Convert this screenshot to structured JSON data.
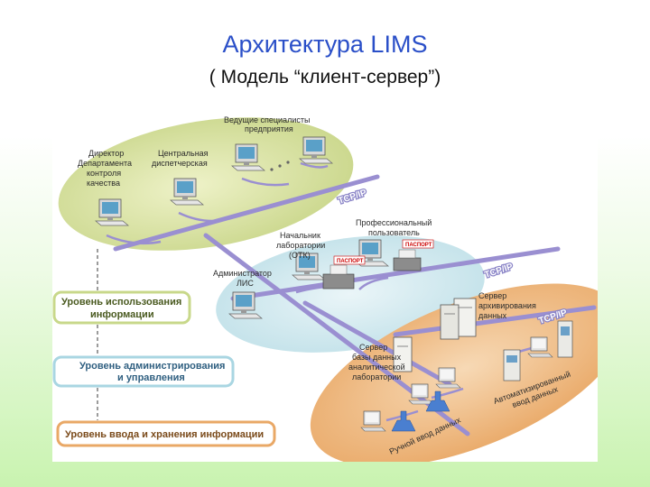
{
  "slide": {
    "title": "Архитектура LIMS",
    "subtitle": "( Модель “клиент-сервер”)"
  },
  "diagram": {
    "labels": {
      "lead_specialists": [
        "Ведущие специалисты",
        "предприятия"
      ],
      "director": [
        "Директор",
        "Департамента",
        "контроля",
        "качества"
      ],
      "central_dispatch": [
        "Центральная",
        "диспетчерская"
      ],
      "professional_user": [
        "Профессиональный",
        "пользователь"
      ],
      "lab_head": [
        "Начальник",
        "лаборатории",
        "(ОТК)"
      ],
      "lis_admin": [
        "Администратор",
        "ЛИС"
      ],
      "archive_server": [
        "Сервер",
        "архивирования",
        "данных"
      ],
      "analytic_db_server": [
        "Сервер",
        "базы данных",
        "аналитической",
        "лаборатории"
      ],
      "auto_input": [
        "Автоматизированный",
        "ввод данных"
      ],
      "manual_input": "Ручной ввод данных"
    },
    "tcpip": "TCP/IP",
    "passport": "ПАСПОРТ",
    "levels": {
      "usage": [
        "Уровень использования",
        "информации"
      ],
      "admin": [
        "Уровень администрирования",
        "и управления"
      ],
      "input_storage": "Уровень ввода и хранения информации"
    },
    "colors": {
      "top_ellipse": "#c9d68a",
      "middle_ellipse": "#bfe0e8",
      "bottom_ellipse": "#e9a866",
      "network_line": "#9a8fd1",
      "usage_frame": "#c8d88a",
      "admin_frame": "#a9d6e2",
      "input_frame": "#e9a866"
    }
  }
}
